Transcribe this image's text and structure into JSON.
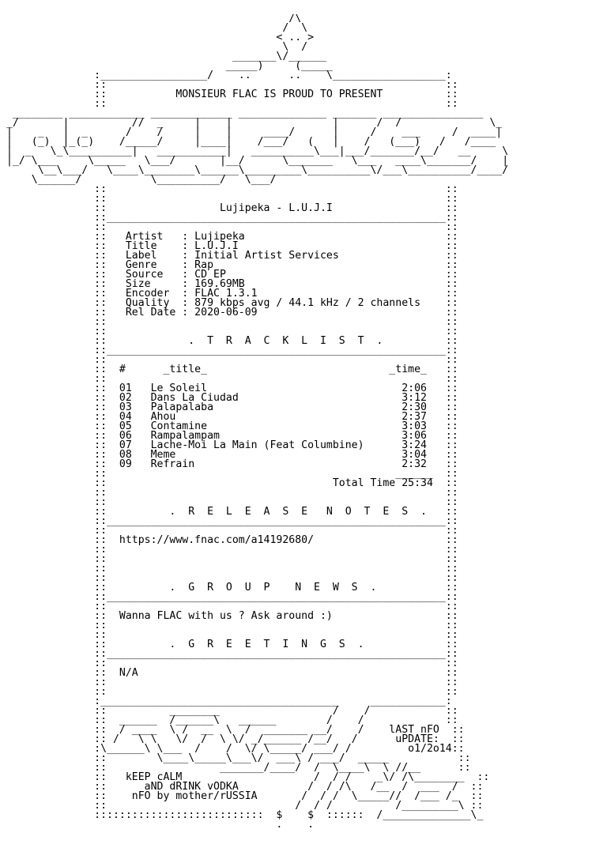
{
  "lines": [
    "                                             /\\",
    "                                            /  \\",
    "                                           < .. >",
    "                                            \\  /",
    "                                    _______\\/______",
    "                                   _____)     (_____",
    "              :_________________/    ..      ..    \\__________________:",
    "              ::                                                      ::",
    "              ::           MONSIEUR FLAC IS PROUD TO PRESENT          ::",
    "              ::                                                      ::",
    " ________ ____________ _____________ ______________ _______ ________________",
    "_/       |          //  _     |    |                |      /  /              \\_",
    "|    _   |  _      /    /     |    |     ____/      |     /    ___     /  ____|",
    "|   (_)  |_(_)    /_____/     |____|    /___/   (   |    /   (___)   /   /____",
    "|  _   \\_\\__________|   ___________|   __________\\___|___/_______/__/   __     \\",
    "|_/ \\___     \\_____   \\___/       |__/      \\_______   \\___   ____\\_______/    |",
    "     \\__\\___/   \\____\\________\\______\\_________\\__________\\/___\\__________/____/",
    "    \\______/           \\__________/   \\___/                                 ",
    "              ::                                                      ::",
    "              ::                                                      ::",
    "              ::                  Lujipeka - L.U.J.I                  ::",
    "              ::______________________________________________________::",
    "              ::                                                      ::",
    "              ::   Artist   : Lujipeka                                ::",
    "              ::   Title    : L.U.J.I                                 ::",
    "              ::   Label    : Initial Artist Services                 ::",
    "              ::   Genre    : Rap                                     ::",
    "              ::   Source   : CD EP                                   ::",
    "              ::   Size     : 169.69MB                                ::",
    "              ::   Encoder  : FLAC 1.3.1                              ::",
    "              ::   Quality  : 879 kbps avg / 44.1 kHz / 2 channels    ::",
    "              ::   Rel Date : 2020-06-09                              ::",
    "              ::                                                      ::",
    "              ::                                                      ::",
    "              ::             .  T  R  A  C  K  L  I  S  T  .          ::",
    "              ::______________________________________________________::",
    "              ::                                                      ::",
    "              ::  #      _title_                             _time_   ::",
    "              ::                                                      ::",
    "              ::  01   Le Soleil                               2:06   ::",
    "              ::  02   Dans La Ciudad                          3:12   ::",
    "              ::  03   Palapalaba                              2:30   ::",
    "              ::  04   Ahou                                    2:37   ::",
    "              ::  05   Contamine                               3:03   ::",
    "              ::  06   Rampalampam                             3:06   ::",
    "              ::  07   Lache-Moi La Main (Feat Columbine)      3:24   ::",
    "              ::  08   Meme                                    3:04   ::",
    "              ::  09   Refrain                                 2:32   ::",
    "              ::                                              ______  ::",
    "              ::                                    Total Time 25:34  ::",
    "              ::                                                      ::",
    "              ::                                                      ::",
    "              ::          .  R  E  L  E  A  S  E   N  O  T  E  S  .   ::",
    "              ::______________________________________________________::",
    "              ::                                                      ::",
    "              ::  https://www.fnac.com/a14192680/                     ::",
    "              ::                                                      ::",
    "              ::                                                      ::",
    "              ::                                                      ::",
    "              ::                                                      ::",
    "              ::          .  G  R  O  U  P    N  E  W  S  .           ::",
    "              ::______________________________________________________::",
    "              ::                                                      ::",
    "              ::  Wanna FLAC with us ? Ask around :)                  ::",
    "              ::                                                      ::",
    "              ::                                                      ::",
    "              ::          .  G  R  E  E  T  I  N  G  S  .             ::",
    "              ::______________________________________________________::",
    "              ::                                                      ::",
    "              ::  N/A                                                 ::",
    "              ::                                                      ::",
    "              ::                                                      ::",
    "              :______________________________________     ____________:",
    "              ::          ________                  /    /            ::",
    "              ::  ______  /______\\   ______        /    /             ::",
    "              ::  / ____  \\ /  __  \\  /  _______ __/    /    lAST nFO  ::",
    "              :: /   \\ \\   \\/  /  \\ \\/ _/______ /__/   /      uPDATE:  ::",
    "              :\\______\\ \\___  /    /  \\/ \\_____/ ___/ /         o1/2o14::",
    "              ::        \\____\\_____\\___\\/  ___\\ / ___/  _____           ::",
    "              ::                  _______/____/  /  \\____\\  \\ //__      ::",
    "              ::   kEEP cALM                     /  / /    _\\/ /\\________  ::",
    "              ::      aND dRINK vODKA           /  / /\\   /__  /  ___  /  ::",
    "              ::    nFO by mother/rUSSIA       /  / /  \\_____//  /___ /_  ::",
    "              ::                              /  / /          /_________\\ ::",
    "              :::::::::::::::::::::::::::  $    $  ::::::  /______________\\_",
    "                                           .    .                           "
  ]
}
